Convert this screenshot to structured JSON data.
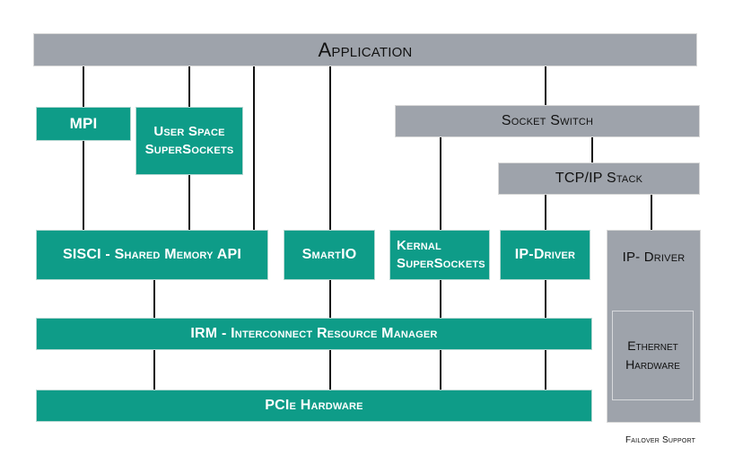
{
  "application": "Application",
  "mpi": "MPI",
  "user_space_supersockets": [
    "User Space",
    "SuperSockets"
  ],
  "socket_switch": "Socket Switch",
  "tcpip_stack": "TCP/IP Stack",
  "sisci": "SISCI - Shared Memory API",
  "smartio": "SmartIO",
  "kernal_supersockets": [
    "Kernal",
    "SuperSockets"
  ],
  "ip_driver": "IP-Driver",
  "failover_ip_driver": "IP- Driver",
  "ethernet_hardware": [
    "Ethernet",
    "Hardware"
  ],
  "irm": "IRM - Interconnect Resource Manager",
  "pcie_hardware": "PCIe Hardware",
  "failover_support": "Failover Support",
  "colors": {
    "teal": "#0e9c88",
    "gray": "#9ea3ab",
    "line": "#111111"
  }
}
